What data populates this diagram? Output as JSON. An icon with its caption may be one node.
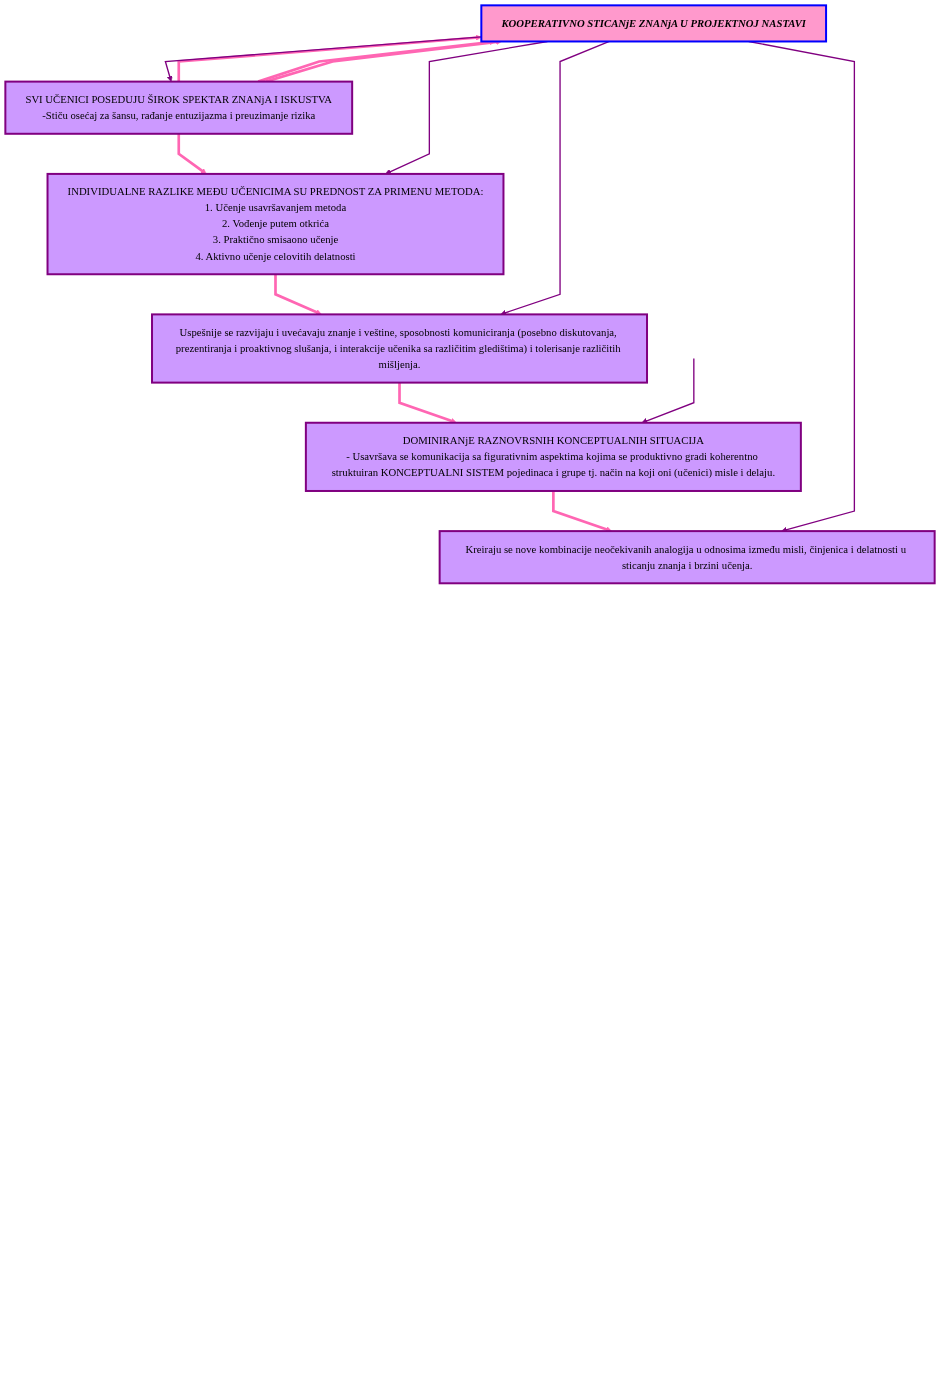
{
  "diagram": {
    "nodes": [
      {
        "text": [
          "KOOPERATIVNO STICANjE ZNANjA U PROJEKTNOJ NASTAVI"
        ]
      },
      {
        "text": [
          "SVI UČENICI POSEDUJU ŠIROK SPEKTAR ZNANjA I ISKUSTVA",
          "-Stiču osećaj za šansu, rađanje entuzijazma i preuzimanje rizika"
        ]
      },
      {
        "text": [
          "INDIVIDUALNE RAZLIKE MEĐU UČENICIMA SU PREDNOST ZA PRIMENU METODA:",
          "1. Učenje usavršavanjem metoda",
          "2. Vođenje putem otkrića",
          "3. Praktično smisaono učenje",
          "4. Aktivno učenje celovitih delatnosti"
        ]
      },
      {
        "text": [
          "Uspešnije se razvijaju i uvećavaju znanje i veštine, sposobnosti komuniciranja (posebno diskutovanja, prezentiranja i proaktivnog slušanja, i interakcije učenika sa različitim gledištima) i tolerisanje različitih mišljenja."
        ]
      },
      {
        "text": [
          "DOMINIRANjE RAZNOVRSNIH KONCEPTUALNIH SITUACIJA",
          "- Usavršava se komunikacija sa figurativnim aspektima kojima se produktivno gradi koherentno struktuiran KONCEPTUALNI SISTEM pojedinaca i grupe tj. način na koji oni (učenici) misle i delaju."
        ]
      },
      {
        "text": [
          "Kreiraju se nove kombinacije neočekivanih analogija u odnosima između misli, činjenica i delatnosti u sticanju znanja i brzini učenja."
        ]
      }
    ],
    "edges": [
      {
        "from": 1,
        "to": 0,
        "arrow": "to"
      },
      {
        "from": 1,
        "to": 0,
        "arrow": "to"
      },
      {
        "from": 1,
        "to": 0,
        "arrow": "to"
      },
      {
        "from": 1,
        "to": 2,
        "arrow": "to"
      },
      {
        "from": 2,
        "to": 3,
        "arrow": "to"
      },
      {
        "from": 3,
        "to": 4,
        "arrow": "to"
      },
      {
        "from": 4,
        "to": 5,
        "arrow": "to"
      },
      {
        "from": 0,
        "to": 1,
        "arrow": "to",
        "color": "#800080"
      },
      {
        "from": 0,
        "to": 3,
        "arrow": "to",
        "color": "#800080"
      },
      {
        "from": 0,
        "to": 5,
        "arrow": "to",
        "color": "#800080"
      },
      {
        "from": 0,
        "to": 2,
        "arrow": "to",
        "color": "#800080"
      },
      {
        "from": null,
        "to": 4,
        "arrow": "to",
        "color": "#800080"
      }
    ]
  }
}
